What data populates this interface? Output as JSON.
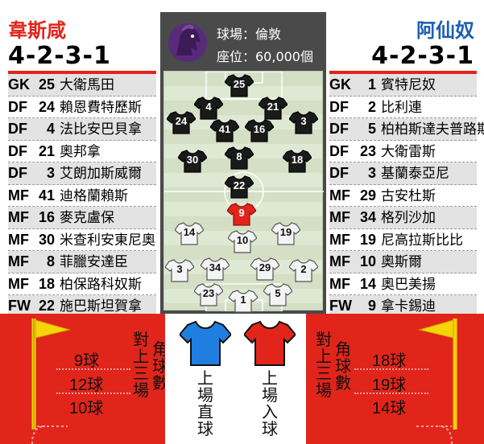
{
  "home": {
    "name": "韋斯咸",
    "formation": "4-2-3-1",
    "players": [
      {
        "pos": "GK",
        "num": "25",
        "name": "大衛馬田"
      },
      {
        "pos": "DF",
        "num": "24",
        "name": "賴恩費特歷斯"
      },
      {
        "pos": "DF",
        "num": "4",
        "name": "法比安巴貝拿"
      },
      {
        "pos": "DF",
        "num": "21",
        "name": "奧邦拿"
      },
      {
        "pos": "DF",
        "num": "3",
        "name": "艾朗加斯威爾"
      },
      {
        "pos": "MF",
        "num": "41",
        "name": "迪格蘭賴斯"
      },
      {
        "pos": "MF",
        "num": "16",
        "name": "麥克盧保"
      },
      {
        "pos": "MF",
        "num": "30",
        "name": "米查利安東尼奧"
      },
      {
        "pos": "MF",
        "num": "8",
        "name": "菲臘安達臣"
      },
      {
        "pos": "MF",
        "num": "18",
        "name": "柏保路科奴斯"
      },
      {
        "pos": "FW",
        "num": "22",
        "name": "施巴斯坦賀拿"
      }
    ],
    "shirt_numbers": [
      "25",
      "4",
      "21",
      "24",
      "41",
      "16",
      "3",
      "30",
      "8",
      "18",
      "22"
    ]
  },
  "away": {
    "name": "阿仙奴",
    "formation": "4-2-3-1",
    "players": [
      {
        "pos": "GK",
        "num": "1",
        "name": "賓特尼奴"
      },
      {
        "pos": "DF",
        "num": "2",
        "name": "比利連"
      },
      {
        "pos": "DF",
        "num": "5",
        "name": "柏柏斯達夫普路斯"
      },
      {
        "pos": "DF",
        "num": "23",
        "name": "大衛雷斯"
      },
      {
        "pos": "DF",
        "num": "3",
        "name": "基蘭泰亞尼"
      },
      {
        "pos": "MF",
        "num": "29",
        "name": "古安杜斯"
      },
      {
        "pos": "MF",
        "num": "34",
        "name": "格列沙加"
      },
      {
        "pos": "MF",
        "num": "19",
        "name": "尼高拉斯比比"
      },
      {
        "pos": "MF",
        "num": "10",
        "name": "奧斯爾"
      },
      {
        "pos": "MF",
        "num": "14",
        "name": "奧巴美揚"
      },
      {
        "pos": "FW",
        "num": "9",
        "name": "拿卡錫迪"
      }
    ],
    "shirt_numbers": [
      "9",
      "14",
      "10",
      "19",
      "3",
      "34",
      "29",
      "2",
      "23",
      "5",
      "1"
    ]
  },
  "venue": {
    "stadium": "球場：倫敦",
    "seats": "座位：60,000個"
  },
  "stats": {
    "corner_label": "角球數",
    "last_meeting_label": "對上三場",
    "home_label": "上場直球",
    "away_label": "上場入球",
    "home_corners": [
      {
        "num": "9",
        "unit": "球"
      },
      {
        "num": "12",
        "unit": "球"
      },
      {
        "num": "10",
        "unit": "球"
      }
    ],
    "away_corners": [
      {
        "num": "18",
        "unit": "球"
      },
      {
        "num": "19",
        "unit": "球"
      },
      {
        "num": "14",
        "unit": "球"
      }
    ]
  },
  "colors": {
    "home_accent": "#e1251b",
    "away_accent": "#1b5fb5",
    "home_shirt": "#1a1a1a",
    "away_shirt": "#f4f4f4",
    "highlight_shirt": "#e1251b",
    "bottom_panel": "#e1251b",
    "flag": "#f6d40a"
  },
  "icons": {
    "league_logo": "premier-league-lion-icon",
    "left_flag": "corner-flag-icon",
    "right_flag": "corner-flag-icon",
    "blue_shirt": "jersey-icon",
    "red_shirt": "jersey-icon"
  }
}
